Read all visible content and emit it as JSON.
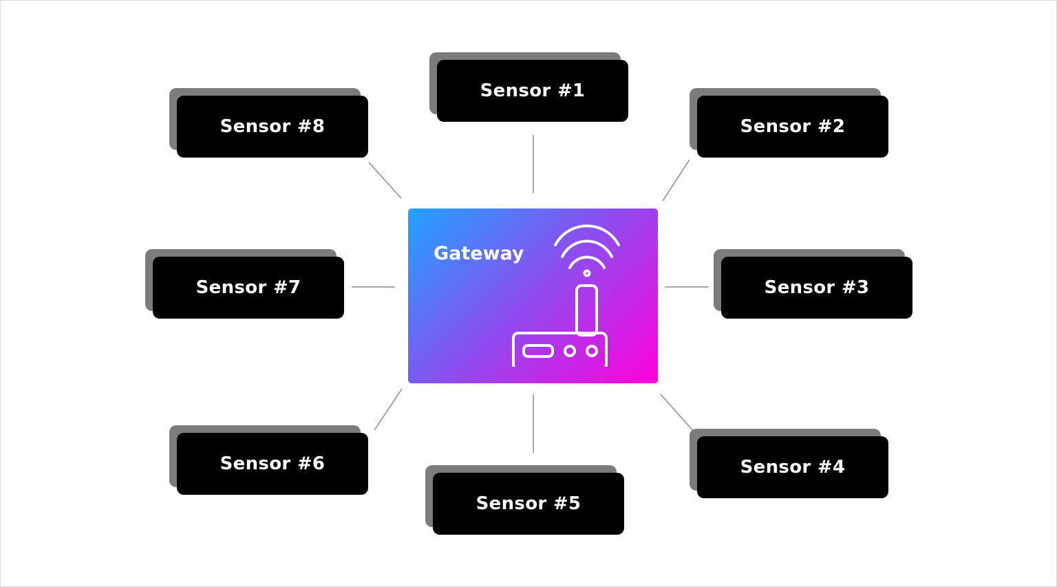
{
  "gateway": {
    "label": "Gateway",
    "icon": "router-wifi-icon"
  },
  "sensors": [
    {
      "label": "Sensor #1"
    },
    {
      "label": "Sensor #2"
    },
    {
      "label": "Sensor #3"
    },
    {
      "label": "Sensor #4"
    },
    {
      "label": "Sensor #5"
    },
    {
      "label": "Sensor #6"
    },
    {
      "label": "Sensor #7"
    },
    {
      "label": "Sensor #8"
    }
  ],
  "colors": {
    "sensor_box": "#000000",
    "sensor_shadow": "#7c7c7c",
    "connector": "#8c8c8c",
    "gateway_gradient_start": "#1fa3ff",
    "gateway_gradient_end": "#ff00dc"
  }
}
